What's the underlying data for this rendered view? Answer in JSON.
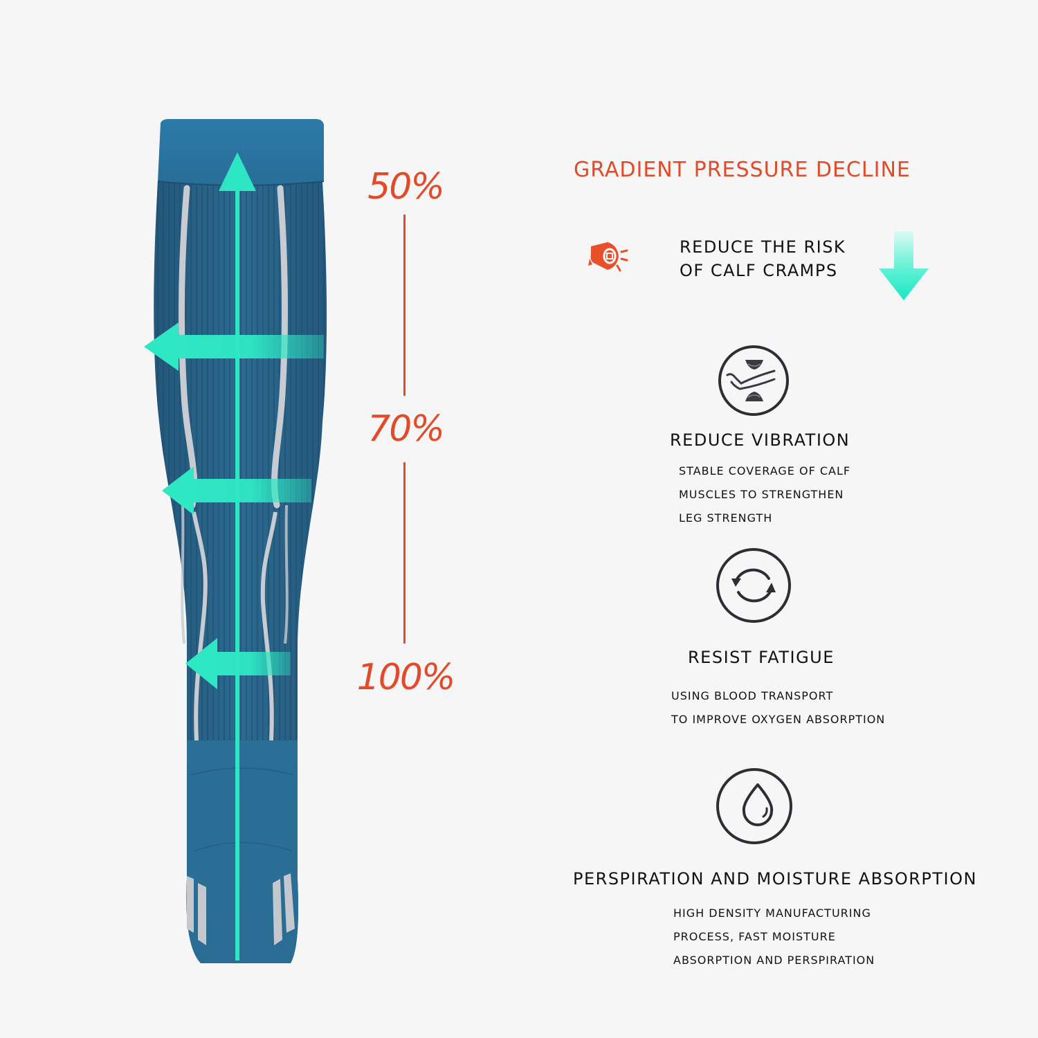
{
  "pressure_scale": {
    "levels": [
      {
        "label": "50%",
        "position": "upper calf"
      },
      {
        "label": "70%",
        "position": "mid calf"
      },
      {
        "label": "100%",
        "position": "ankle"
      }
    ],
    "accent_color": "#e24a2a"
  },
  "product": {
    "image": "blue-compression-sock-rear-view",
    "sock_color": "#2c6e93",
    "stripe_color": "#c9ccd1",
    "arrow_color": "#2de6c2"
  },
  "panel": {
    "title": "GRADIENT PRESSURE DECLINE",
    "intro": {
      "icon": "megaphone-alert-icon",
      "lines": [
        "REDUCE THE RISK",
        "OF CALF CRAMPS"
      ],
      "indicator": "down-arrow-icon"
    },
    "features": [
      {
        "icon": "leg-vibration-icon",
        "heading": "REDUCE VIBRATION",
        "lines": [
          "STABLE COVERAGE OF CALF",
          "MUSCLES TO STRENGTHEN",
          "LEG STRENGTH"
        ]
      },
      {
        "icon": "refresh-cycle-icon",
        "heading": "RESIST FATIGUE",
        "lines": [
          "USING BLOOD TRANSPORT",
          "TO IMPROVE OXYGEN ABSORPTION"
        ]
      },
      {
        "icon": "water-drop-icon",
        "heading": "PERSPIRATION AND MOISTURE ABSORPTION",
        "lines": [
          "HIGH DENSITY MANUFACTURING",
          "PROCESS, FAST MOISTURE",
          "ABSORPTION AND PERSPIRATION"
        ]
      }
    ]
  }
}
